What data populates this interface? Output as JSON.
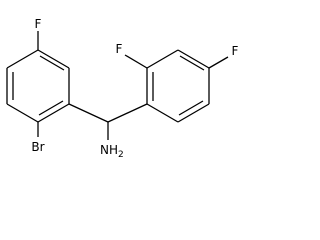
{
  "molecule": {
    "atoms": {
      "f_left": "F",
      "f_ortho": "F",
      "f_para": "F",
      "br": "Br",
      "nh2": "NH",
      "nh2_subscript": "2"
    },
    "colors": {
      "bond": "#000000",
      "label": "#000000",
      "background": "#ffffff"
    }
  }
}
